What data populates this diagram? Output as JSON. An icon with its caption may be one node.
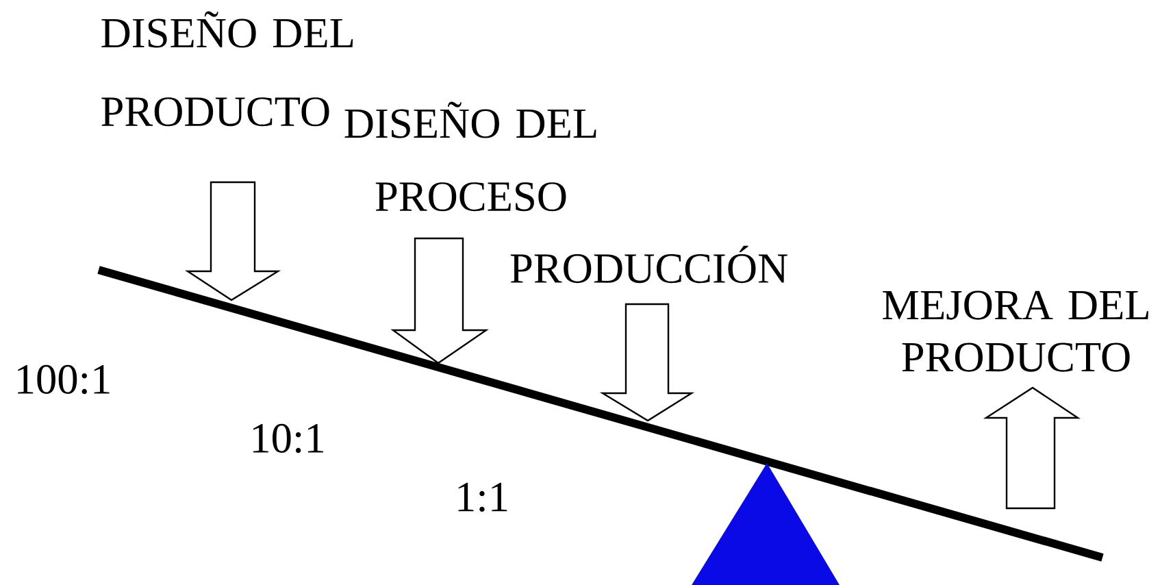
{
  "diagram": {
    "labels": [
      "DISEÑO DEL PRODUCTO",
      "DISEÑO DEL PROCESO",
      "PRODUCCIÓN",
      "MEJORA DEL PRODUCTO",
      "100:1",
      "10:1",
      "1:1"
    ]
  }
}
